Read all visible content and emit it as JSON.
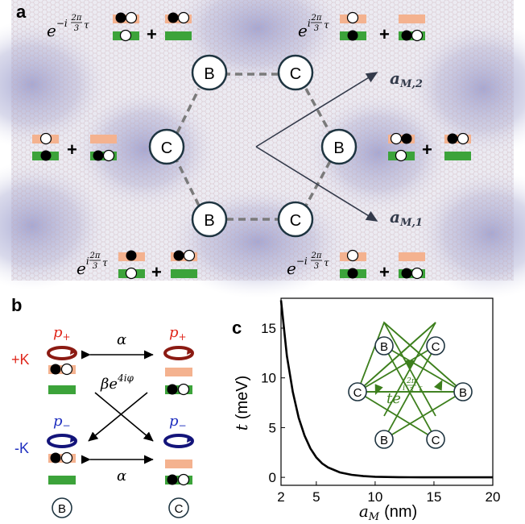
{
  "panels": {
    "a": {
      "label": "a",
      "sites": {
        "B": "B",
        "C": "C"
      },
      "vectors": {
        "a_m1": "a",
        "a_m1_sub": "M,1",
        "a_m2": "a",
        "a_m2_sub": "M,2"
      },
      "phase_e": "e",
      "phase_minus": "−i",
      "phase_plus": "i",
      "phase_frac_num": "2π",
      "phase_frac_den": "3",
      "phase_tau": "τ",
      "plus": "+"
    },
    "b": {
      "label": "b",
      "p_plus": "p",
      "p_plus_sub": "+",
      "p_minus": "p",
      "p_minus_sub": "−",
      "valley_plus": "+K",
      "valley_minus": "-K",
      "alpha": "α",
      "beta": "βe",
      "beta_exp": "4iφ",
      "site_B": "B",
      "site_C": "C"
    },
    "c": {
      "label": "c",
      "inset_text": "te",
      "inset_exp_i": "i",
      "inset_frac_num": "2π",
      "inset_frac_den": "3",
      "inset_tau": "τ",
      "site_B": "B",
      "site_C": "C"
    }
  },
  "colors": {
    "salmon": "#f4b28f",
    "green": "#3ca33a",
    "red": "#e0281d",
    "blue": "#1f2fbf",
    "darkred": "#8b1a12",
    "navy": "#13147a",
    "ring": "#1e3440",
    "lattice_bg": "#e9e9f3",
    "inset_green": "#3d7f1d"
  },
  "chart_data": {
    "type": "line",
    "xlabel": "a",
    "xlabel_sub": "M",
    "xlabel_unit": "(nm)",
    "ylabel": "t",
    "ylabel_unit": "(meV)",
    "xlim": [
      2,
      20
    ],
    "ylim": [
      -0.8,
      18
    ],
    "xticks": [
      2,
      5,
      10,
      15,
      20
    ],
    "yticks": [
      0,
      5,
      10,
      15
    ],
    "x": [
      2.0,
      2.5,
      3.0,
      3.5,
      4.0,
      4.5,
      5.0,
      5.5,
      6.0,
      7.0,
      8.0,
      9.0,
      10.0,
      12.0,
      14.0,
      16.0,
      18.0,
      20.0
    ],
    "y": [
      17.8,
      12.2,
      8.6,
      6.0,
      4.2,
      2.9,
      2.0,
      1.4,
      1.0,
      0.5,
      0.25,
      0.12,
      0.06,
      0.02,
      0.0,
      0.0,
      0.0,
      0.0
    ]
  }
}
